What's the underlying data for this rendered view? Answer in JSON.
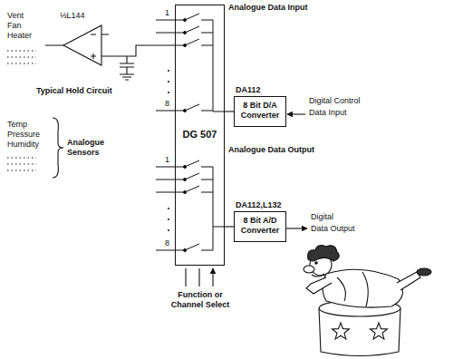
{
  "diagram": {
    "nodes": [
      {
        "text": [
          "DG 507"
        ]
      },
      {
        "text": [
          "DA112",
          "8 Bit D/A Converter"
        ]
      },
      {
        "text": [
          "DA112,L132",
          "8 Bit A/D Converter"
        ]
      }
    ],
    "edges": [
      {
        "from": 1,
        "to": 0,
        "arrow": "none",
        "label": "Analogue Data Input"
      },
      {
        "from": 0,
        "to": 2,
        "arrow": "none",
        "label": "Analogue Data Output"
      }
    ],
    "labels": [
      "Vent",
      "Fan",
      "Heater",
      "⅓L144",
      "Typical Hold Circuit",
      "Temp",
      "Pressure",
      "Humidity",
      "Analogue Sensors",
      "1",
      "8",
      "1",
      "8",
      "Digital Control",
      "Data Input",
      "Digital",
      "Data Output",
      "Function or Channel Select"
    ]
  }
}
